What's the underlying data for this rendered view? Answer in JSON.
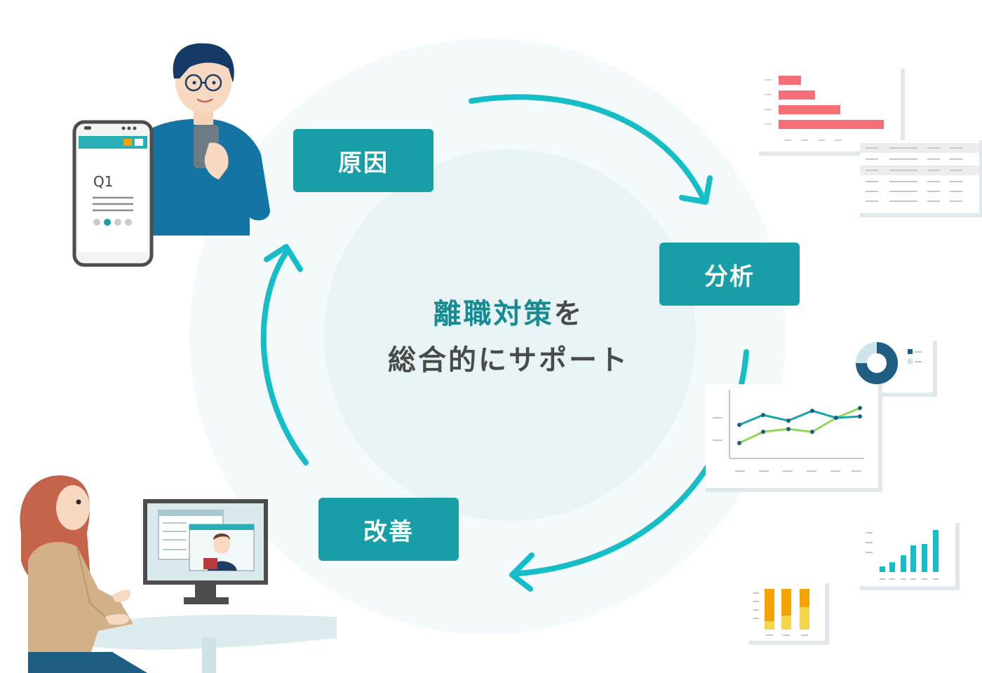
{
  "steps": {
    "cause": "原因",
    "analysis": "分析",
    "improve": "改善"
  },
  "center": {
    "line1_accent": "離職対策",
    "line1_rest": "を",
    "line2": "総合的にサポート"
  },
  "phone": {
    "question": "Q1"
  },
  "colors": {
    "teal": "#179ea6",
    "arrow": "#15bdc7",
    "accent_text": "#168c92",
    "circle_outer": "#f4fafb",
    "circle_inner": "#e7f3f5",
    "bar_red": "#f46f76",
    "bar_orange": "#f5a300",
    "bar_yellow": "#f5d54a",
    "line_green": "#8fd65b",
    "navy": "#1f5d82"
  }
}
